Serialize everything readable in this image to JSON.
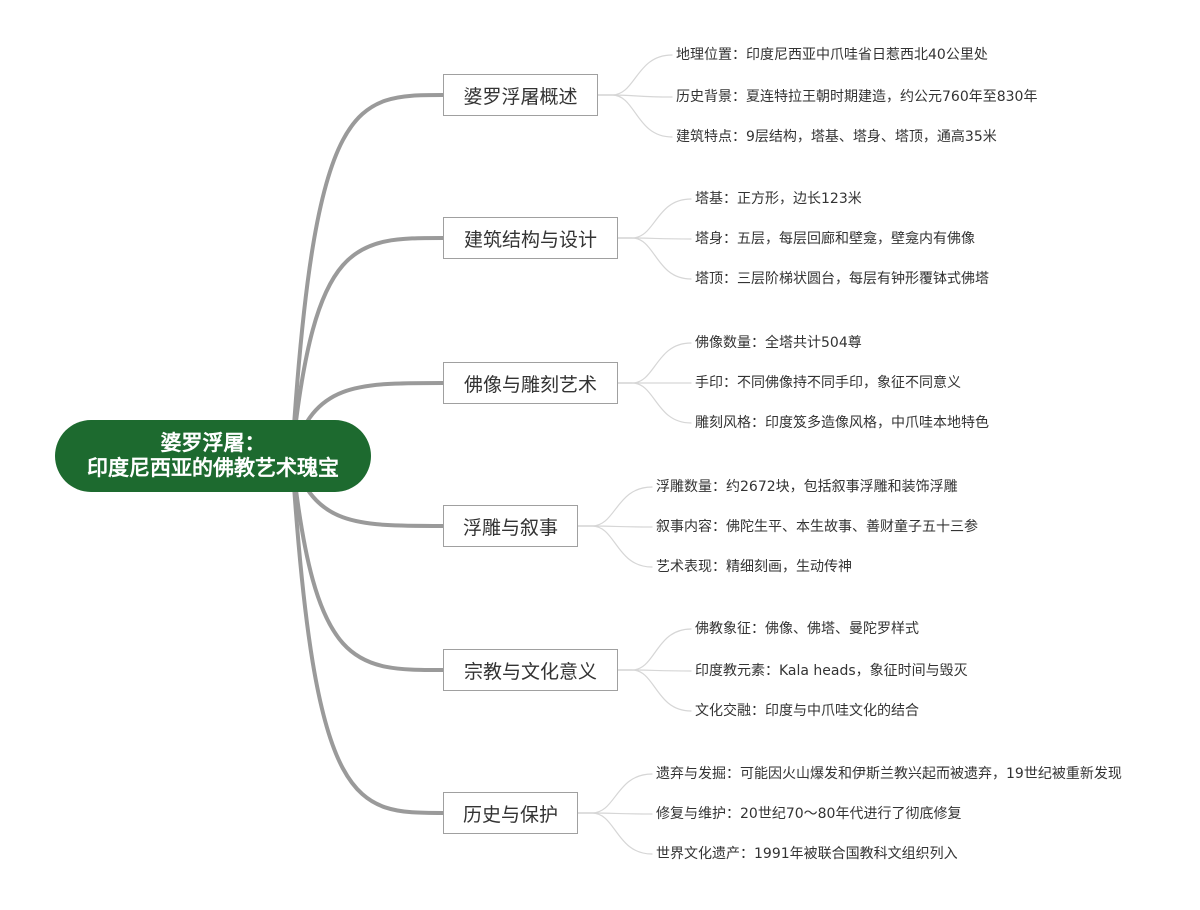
{
  "root": {
    "line1": "婆罗浮屠：",
    "line2": "印度尼西亚的佛教艺术瑰宝"
  },
  "branches": [
    {
      "label": "婆罗浮屠概述",
      "children": [
        "地理位置：印度尼西亚中爪哇省日惹西北40公里处",
        "历史背景：夏连特拉王朝时期建造，约公元760年至830年",
        "建筑特点：9层结构，塔基、塔身、塔顶，通高35米"
      ]
    },
    {
      "label": "建筑结构与设计",
      "children": [
        "塔基：正方形，边长123米",
        "塔身：五层，每层回廊和壁龛，壁龛内有佛像",
        "塔顶：三层阶梯状圆台，每层有钟形覆钵式佛塔"
      ]
    },
    {
      "label": "佛像与雕刻艺术",
      "children": [
        "佛像数量：全塔共计504尊",
        "手印：不同佛像持不同手印，象征不同意义",
        "雕刻风格：印度笈多造像风格，中爪哇本地特色"
      ]
    },
    {
      "label": "浮雕与叙事",
      "children": [
        "浮雕数量：约2672块，包括叙事浮雕和装饰浮雕",
        "叙事内容：佛陀生平、本生故事、善财童子五十三参",
        "艺术表现：精细刻画，生动传神"
      ]
    },
    {
      "label": "宗教与文化意义",
      "children": [
        "佛教象征：佛像、佛塔、曼陀罗样式",
        "印度教元素：Kala heads，象征时间与毁灭",
        "文化交融：印度与中爪哇文化的结合"
      ]
    },
    {
      "label": "历史与保护",
      "children": [
        "遗弃与发掘：可能因火山爆发和伊斯兰教兴起而被遗弃，19世纪被重新发现",
        "修复与维护：20世纪70～80年代进行了彻底修复",
        "世界文化遗产：1991年被联合国教科文组织列入"
      ]
    }
  ],
  "colors": {
    "root_fill": "#1d6a2f",
    "main_connector": "#9a9a9a",
    "leaf_connector": "#d6d6d6",
    "branch_border": "#a0a0a0",
    "text": "#333333"
  }
}
